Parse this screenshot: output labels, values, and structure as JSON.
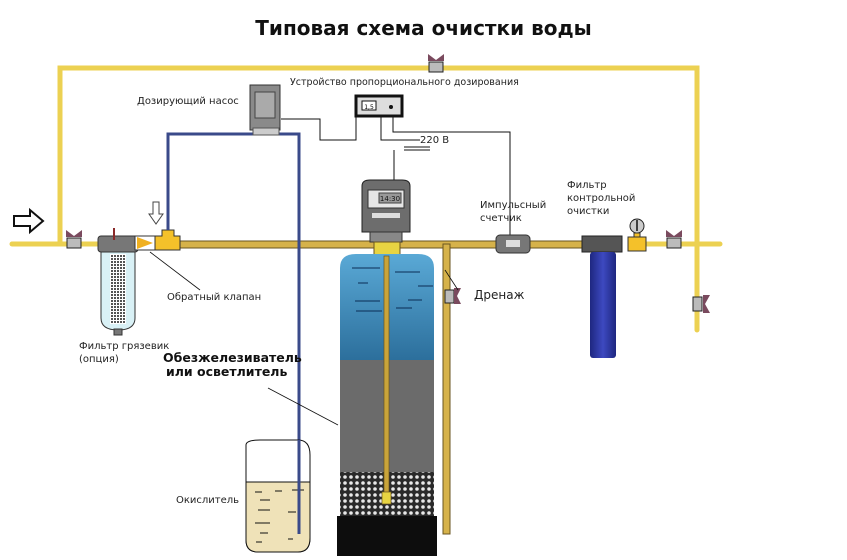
{
  "title": "Типовая схема очистки воды",
  "labels": {
    "dosing_pump": "Дозирующий насос",
    "proportional_dosing_device": "Устройство пропорционального дозирования",
    "voltage": "220 В",
    "pulse_meter_line1": "Импульсный",
    "pulse_meter_line2": "счетчик",
    "control_filter_line1": "Фильтр",
    "control_filter_line2": "контрольной",
    "control_filter_line3": "очистки",
    "drain": "Дренаж",
    "check_valve": "Обратный клапан",
    "mud_filter_line1": "Фильтр грязевик",
    "mud_filter_line2": "(опция)",
    "deironer_line1": "Обезжелезиватель",
    "deironer_line2": "или осветлитель",
    "oxidizer": "Окислитель"
  },
  "controller_display": "14:30",
  "dosing_display": "1,5",
  "colors": {
    "pipe_yellow": "#ecd152",
    "pipe_brass": "#c9a43a",
    "dosing_line": "#3a4a8a",
    "tank_water": "#3e8fbf",
    "tank_media": "#6b6b6b",
    "tank_base": "#0d0d0d",
    "oxidizer_liquid": "#efe2b8",
    "blue_filter": "#2f3aa3",
    "valve_handle": "#7a4a5e"
  }
}
